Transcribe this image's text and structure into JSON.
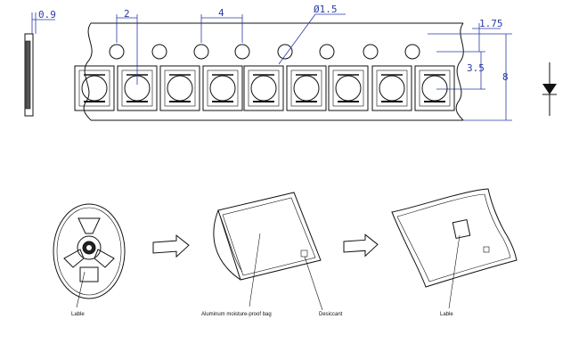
{
  "dimensions": {
    "tape_thickness": "0.9",
    "pocket_pitch": "2",
    "sprocket_pitch": "4",
    "sprocket_hole_diameter": "Ø1.5",
    "hole_to_edge": "1.75",
    "hole_to_pocket_center": "3.5",
    "tape_width": "8"
  },
  "packaging_labels": {
    "reel_label": "Lable",
    "bag_label": "Aluminum moisture-proof bag",
    "desiccant_label": "Desiccant",
    "sealed_bag_label": "Lable"
  },
  "colors": {
    "dimension_color": "#2a3aa8",
    "line_color": "#111111"
  },
  "icons": [
    "diode-symbol-icon",
    "right-arrow-icon"
  ]
}
